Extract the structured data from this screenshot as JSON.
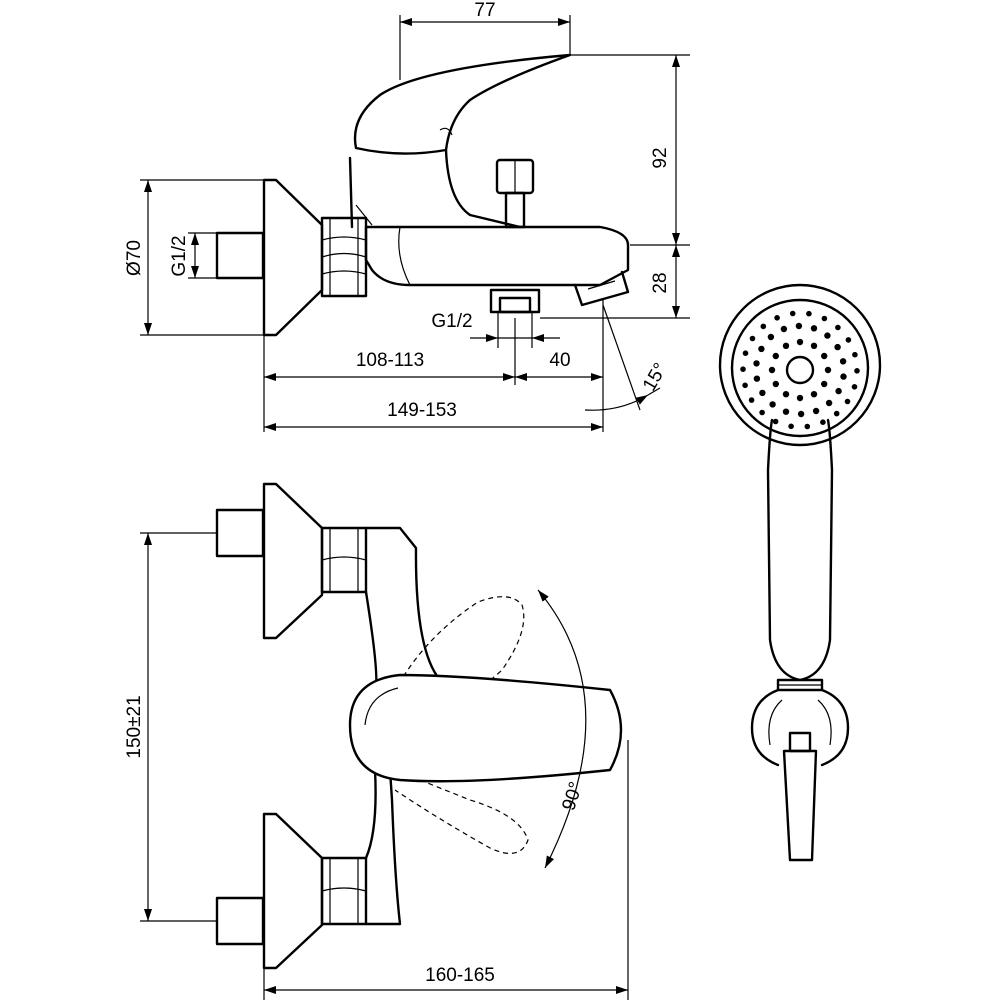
{
  "dimensions": {
    "lever_reach": "77",
    "lever_height": "92",
    "spout_height": "28",
    "flange_diameter": "Ø70",
    "inlet_thread": "G1/2",
    "outlet_thread": "G1/2",
    "outlet_distance": "108-113",
    "spout_tip_offset": "40",
    "overall_projection": "149-153",
    "spout_angle": "15°",
    "centre_distance": "150±21",
    "overall_width": "160-165",
    "lever_rotation": "90°"
  }
}
